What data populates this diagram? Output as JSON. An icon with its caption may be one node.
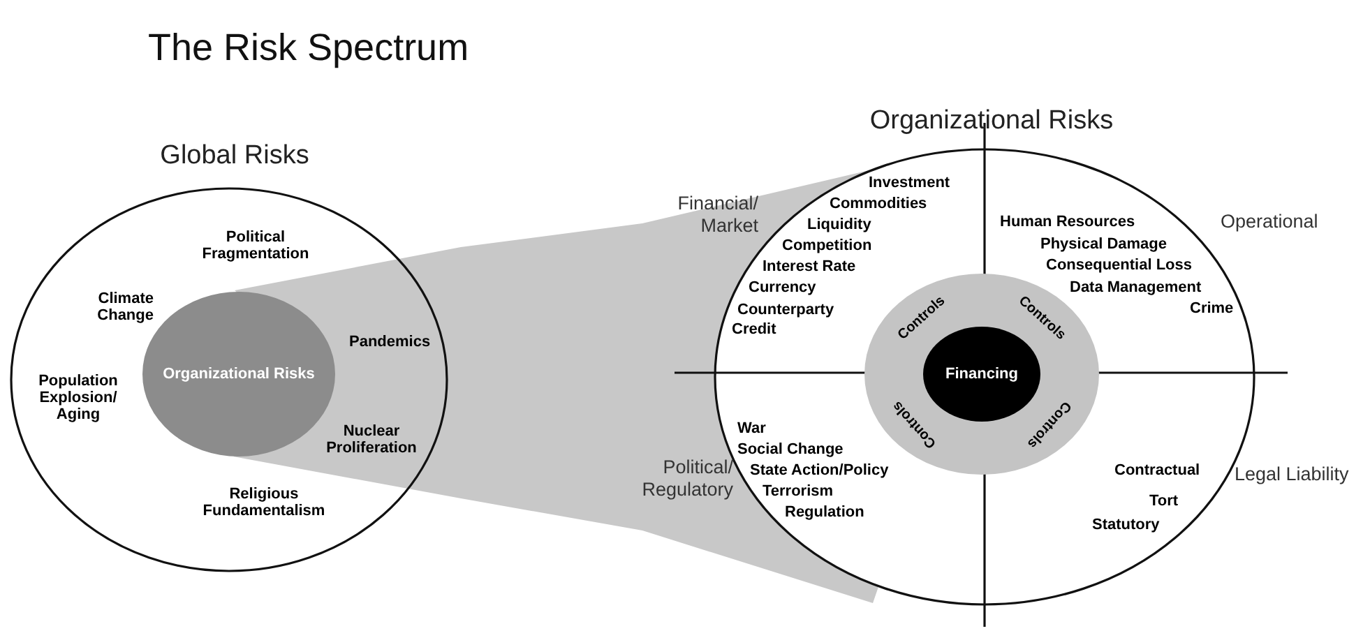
{
  "diagram": {
    "title": "The Risk Spectrum",
    "nodes": [
      {
        "text": [
          "Global Risks"
        ]
      },
      {
        "text": [
          "Organizational Risks"
        ],
        "in": 0
      },
      {
        "text": [
          "Organizational Risks"
        ]
      },
      {
        "text": [
          "Controls",
          "Controls",
          "Controls",
          "Controls"
        ],
        "in": 2
      },
      {
        "text": [
          "Financing"
        ],
        "in": 3
      }
    ],
    "labels": [
      "Political Fragmentation",
      "Climate Change",
      "Pandemics",
      "Population Explosion/ Aging",
      "Nuclear Proliferation",
      "Religious Fundamentalism",
      "Financial/ Market",
      "Investment",
      "Commodities",
      "Liquidity",
      "Competition",
      "Interest Rate",
      "Currency",
      "Counterparty",
      "Credit",
      "Human Resources",
      "Operational",
      "Physical Damage",
      "Consequential Loss",
      "Data Management",
      "Crime",
      "War",
      "Social Change",
      "Political/ Regulatory",
      "State Action/Policy",
      "Terrorism",
      "Regulation",
      "Contractual",
      "Legal Liability",
      "Tort",
      "Statutory"
    ]
  }
}
